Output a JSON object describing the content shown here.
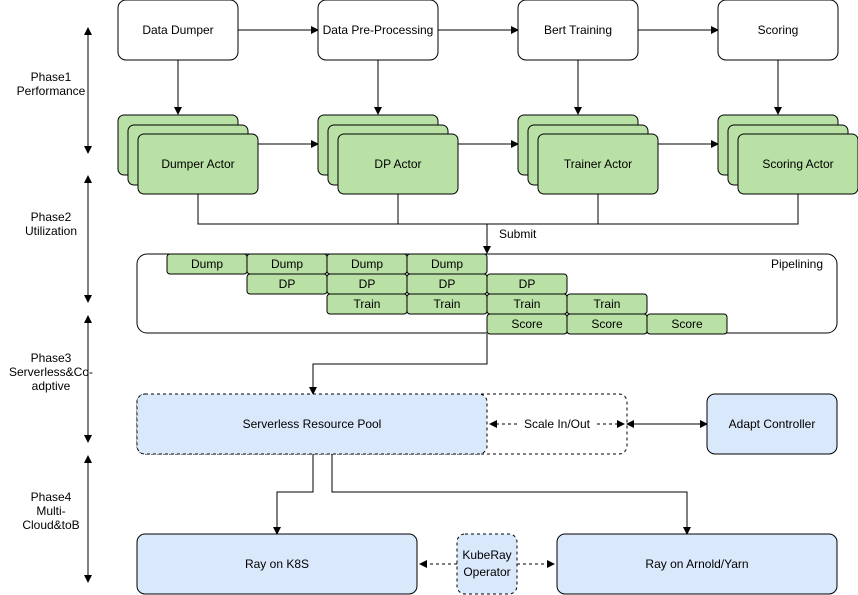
{
  "phases": [
    {
      "lines": [
        "Phase1",
        "Performance"
      ]
    },
    {
      "lines": [
        "Phase2",
        "Utilization"
      ]
    },
    {
      "lines": [
        "Phase3",
        "Serverless&Co-",
        "adptive"
      ]
    },
    {
      "lines": [
        "Phase4",
        "Multi-",
        "Cloud&toB"
      ]
    }
  ],
  "stages": [
    "Data Dumper",
    "Data Pre-Processing",
    "Bert Training",
    "Scoring"
  ],
  "actors": [
    "Dumper Actor",
    "DP Actor",
    "Trainer Actor",
    "Scoring Actor"
  ],
  "submit_label": "Submit",
  "pipelining": {
    "label": "Pipelining",
    "rows": [
      [
        "Dump",
        "Dump",
        "Dump",
        "Dump"
      ],
      [
        "DP",
        "DP",
        "DP",
        "DP"
      ],
      [
        "Train",
        "Train",
        "Train",
        "Train"
      ],
      [
        "Score",
        "Score",
        "Score"
      ]
    ]
  },
  "serverless_pool": "Serverless Resource Pool",
  "scale_label": "Scale In/Out",
  "adapt_controller": "Adapt Controller",
  "ray_k8s": "Ray on K8S",
  "kuberay": [
    "KubeRay",
    "Operator"
  ],
  "ray_arnold": "Ray on Arnold/Yarn",
  "colors": {
    "actor_fill": "#b9e0a5",
    "task_fill": "#b9e0a5",
    "resource_fill": "#dae8fc",
    "stroke": "#000000"
  }
}
